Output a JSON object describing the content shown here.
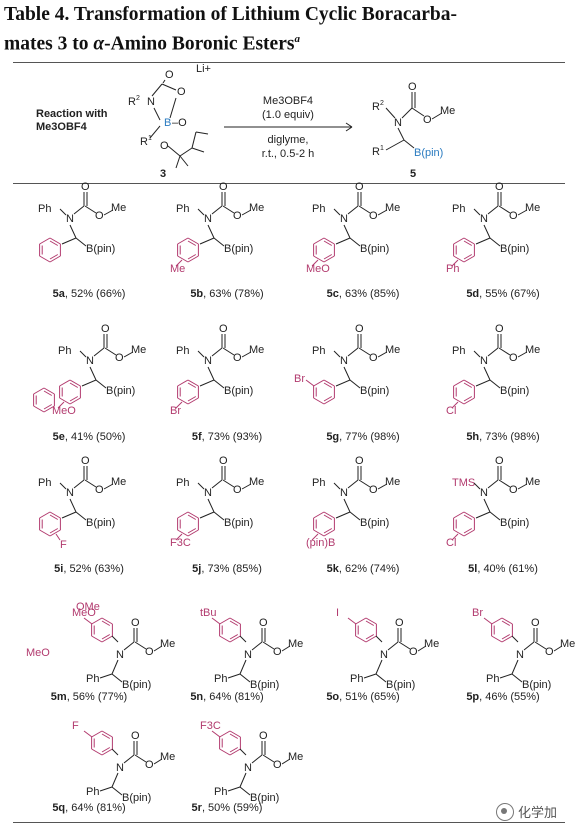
{
  "title": {
    "line1": "Table 4. Transformation of Lithium Cyclic Boracarba-",
    "line2_prefix": "mates 3 to ",
    "line2_alpha": "α",
    "line2_suffix": "-Amino Boronic Esters",
    "footnote_mark": "a"
  },
  "scheme": {
    "label_line1": "Reaction with",
    "label_line2": "Me3OBF4",
    "reagent": "Me3OBF4",
    "equiv": "(1.0 equiv)",
    "solvent": "diglyme,",
    "conditions": "r.t., 0.5-2 h",
    "sm_number": "3",
    "product_number": "5",
    "li": "Li+"
  },
  "colors": {
    "accent": "#b23a6e",
    "boron": "#2a7bc0"
  },
  "compounds": [
    {
      "id": "5a",
      "yield": "52% (66%)"
    },
    {
      "id": "5b",
      "yield": "63% (78%)"
    },
    {
      "id": "5c",
      "yield": "63% (85%)"
    },
    {
      "id": "5d",
      "yield": "55% (67%)"
    },
    {
      "id": "5e",
      "yield": "41% (50%)"
    },
    {
      "id": "5f",
      "yield": "73% (93%)"
    },
    {
      "id": "5g",
      "yield": "77% (98%)"
    },
    {
      "id": "5h",
      "yield": "73% (98%)"
    },
    {
      "id": "5i",
      "yield": "52% (63%)"
    },
    {
      "id": "5j",
      "yield": "73% (85%)"
    },
    {
      "id": "5k",
      "yield": "62% (74%)"
    },
    {
      "id": "5l",
      "yield": "40% (61%)"
    },
    {
      "id": "5m",
      "yield": "56% (77%)"
    },
    {
      "id": "5n",
      "yield": "64% (81%)"
    },
    {
      "id": "5o",
      "yield": "51% (65%)"
    },
    {
      "id": "5p",
      "yield": "46% (55%)"
    },
    {
      "id": "5q",
      "yield": "64% (81%)"
    },
    {
      "id": "5r",
      "yield": "50% (59%)"
    }
  ],
  "watermark": "化学加"
}
